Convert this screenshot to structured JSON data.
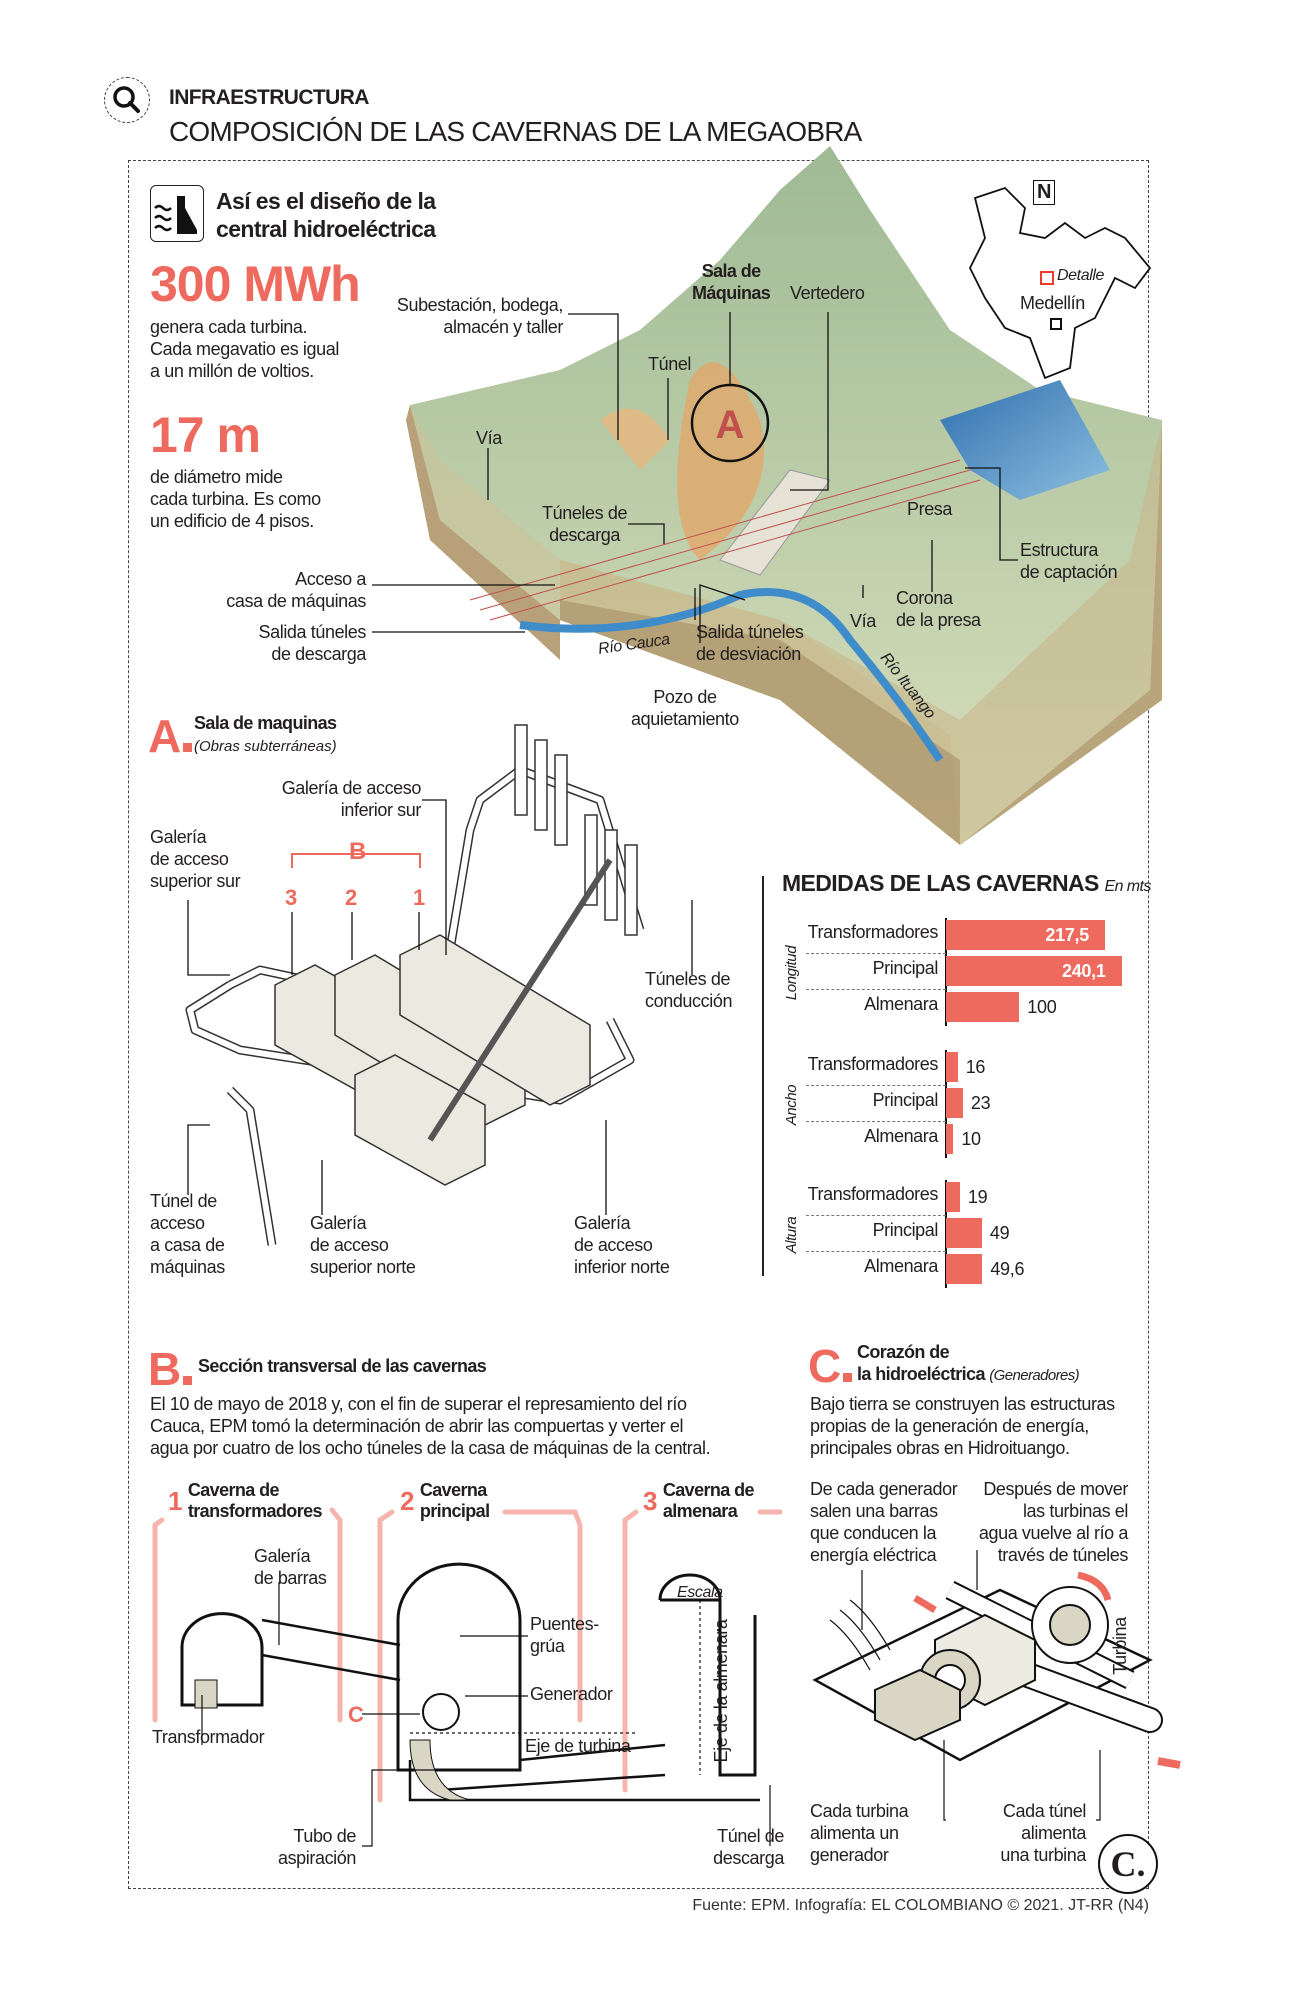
{
  "header": {
    "section": "INFRAESTRUCTURA",
    "title": "COMPOSICIÓN DE LAS CAVERNAS DE LA MEGAOBRA",
    "icon": "search-icon"
  },
  "intro": {
    "heading_line1": "Así es el diseño de la",
    "heading_line2": "central hidroeléctrica",
    "stat1_value": "300 MWh",
    "stat1_text": [
      "genera cada turbina.",
      "Cada megavatio es igual",
      "a un millón de voltios."
    ],
    "stat2_value": "17 m",
    "stat2_text": [
      "de diámetro mide",
      "cada turbina. Es como",
      "un edificio de 4 pisos."
    ]
  },
  "terrain": {
    "subestacion": [
      "Subestación, bodega,",
      "almacén y taller"
    ],
    "sala": [
      "Sala de",
      "Máquinas"
    ],
    "vertedero": "Vertedero",
    "tunel": "Túnel",
    "via1": "Vía",
    "tuneles_descarga": [
      "Túneles de",
      "descarga"
    ],
    "acceso": [
      "Acceso a",
      "casa de máquinas"
    ],
    "salida_descarga": [
      "Salida túneles",
      "de descarga"
    ],
    "rio_cauca": "Río Cauca",
    "pozo": [
      "Pozo de",
      "aquietamiento"
    ],
    "salida_desviacion": [
      "Salida túneles",
      "de desviación"
    ],
    "via2": "Vía",
    "corona": [
      "Corona",
      "de la presa"
    ],
    "presa": "Presa",
    "estructura": [
      "Estructura",
      "de captación"
    ],
    "rio_ituango": "Río Ituango",
    "marker": "A"
  },
  "map": {
    "north": "N",
    "detalle": "Detalle",
    "city": "Medellín"
  },
  "section_a": {
    "letter": "A",
    "title": "Sala de maquinas",
    "subtitle": "(Obras subterráneas)",
    "bracket": "B",
    "numbers": [
      "3",
      "2",
      "1"
    ],
    "gal_inf_sur": [
      "Galería de acceso",
      "inferior sur"
    ],
    "gal_sup_sur": [
      "Galería",
      "de acceso",
      "superior sur"
    ],
    "tuneles_conduccion": [
      "Túneles de",
      "conducción"
    ],
    "tunel_acceso": [
      "Túnel de",
      "acceso",
      "a casa de",
      "máquinas"
    ],
    "gal_sup_norte": [
      "Galería",
      "de acceso",
      "superior norte"
    ],
    "gal_inf_norte": [
      "Galería",
      "de acceso",
      "inferior norte"
    ]
  },
  "chart_data": {
    "type": "bar",
    "orientation": "horizontal",
    "title": "MEDIDAS DE LAS CAVERNAS",
    "unit": "En mts",
    "groups": [
      {
        "name": "Longitud",
        "categories": [
          "Transformadores",
          "Principal",
          "Almenara"
        ],
        "values": [
          217.5,
          240.1,
          100
        ],
        "labels": [
          "217,5",
          "240,1",
          "100"
        ]
      },
      {
        "name": "Ancho",
        "categories": [
          "Transformadores",
          "Principal",
          "Almenara"
        ],
        "values": [
          16,
          23,
          10
        ],
        "labels": [
          "16",
          "23",
          "10"
        ]
      },
      {
        "name": "Altura",
        "categories": [
          "Transformadores",
          "Principal",
          "Almenara"
        ],
        "values": [
          19,
          49,
          49.6
        ],
        "labels": [
          "19",
          "49",
          "49,6"
        ]
      }
    ],
    "xlim": [
      0,
      240.1
    ],
    "bar_color": "#ef6a5e"
  },
  "section_b": {
    "letter": "B",
    "title": "Sección transversal de las cavernas",
    "paragraph": [
      "El 10 de mayo de 2018 y, con el fin de superar el represamiento del río",
      "Cauca, EPM tomó la determinación de abrir las compuertas y verter el",
      "agua por cuatro de los ocho túneles de la casa de máquinas de la central."
    ],
    "caverns": [
      {
        "num": "1",
        "line1": "Caverna de",
        "line2": "transformadores"
      },
      {
        "num": "2",
        "line1": "Caverna",
        "line2": "principal"
      },
      {
        "num": "3",
        "line1": "Caverna de",
        "line2": "almenara"
      }
    ],
    "galeria_barras": [
      "Galería",
      "de barras"
    ],
    "transformador": "Transformador",
    "c_marker": "C",
    "puentes": [
      "Puentes-",
      "grúa"
    ],
    "generador": "Generador",
    "eje_turbina": "Eje de turbina",
    "eje_almenara": "Eje de la almenara",
    "escala": "Escala",
    "tubo": [
      "Tubo de",
      "aspiración"
    ],
    "tunel_descarga": [
      "Túnel de",
      "descarga"
    ]
  },
  "section_c": {
    "letter": "C",
    "title1": "Corazón de",
    "title2": "la hidroeléctrica",
    "subtitle": "(Generadores)",
    "paragraph": [
      "Bajo tierra se construyen las estructuras",
      "propias de la generación de energía,",
      "principales obras en Hidroituango."
    ],
    "note_left": [
      "De cada generador",
      "salen una barras",
      "que conducen la",
      "energía eléctrica"
    ],
    "note_right": [
      "Después de mover",
      "las turbinas el",
      "agua vuelve al río a",
      "través de túneles"
    ],
    "turbina": "Turbina",
    "cada_turbina": [
      "Cada turbina",
      "alimenta un",
      "generador"
    ],
    "cada_tunel": [
      "Cada túnel",
      "alimenta",
      "una turbina"
    ]
  },
  "footer": {
    "credit": "Fuente: EPM. Infografía: EL COLOMBIANO © 2021. JT-RR (N4)",
    "logo": "C."
  }
}
